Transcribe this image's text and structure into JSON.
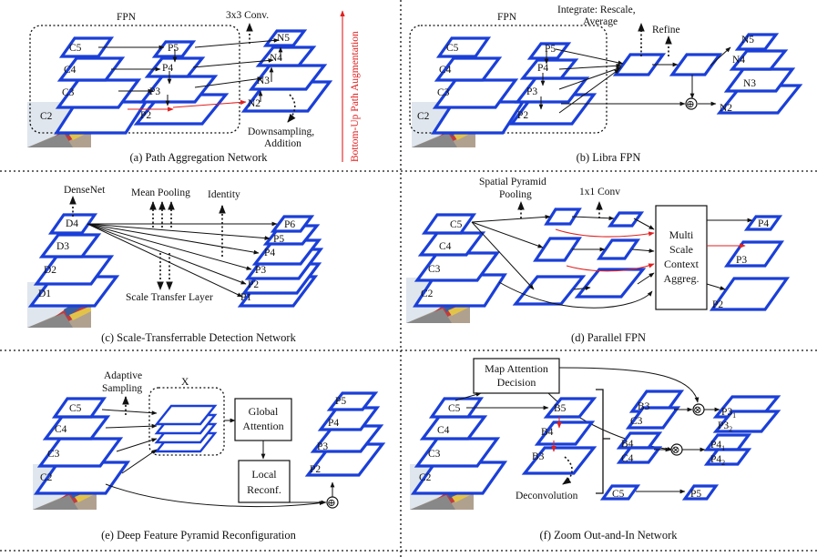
{
  "panels": {
    "a": {
      "caption": "(a) Path Aggregation Network",
      "fpn": "FPN",
      "conv": "3x3 Conv.",
      "bottom_up": "Bottom-Up Path Augmentation",
      "down1": "Downsampling,",
      "down2": "Addition",
      "c": [
        "C5",
        "C4",
        "C3",
        "C2"
      ],
      "p": [
        "P5",
        "P4",
        "P3",
        "P2"
      ],
      "n": [
        "N5",
        "N4",
        "N3",
        "N2"
      ]
    },
    "b": {
      "caption": "(b) Libra FPN",
      "fpn": "FPN",
      "integrate1": "Integrate: Rescale,",
      "integrate2": "Average",
      "refine": "Refine",
      "c": [
        "C5",
        "C4",
        "C3",
        "C2"
      ],
      "p": [
        "P5",
        "P4",
        "P3",
        "P2"
      ],
      "n": [
        "N5",
        "N4",
        "N3",
        "N2"
      ],
      "plus": "⊕"
    },
    "c": {
      "caption": "(c) Scale-Transferrable Detection Network",
      "densenet": "DenseNet",
      "mean_pooling": "Mean Pooling",
      "identity": "Identity",
      "scale_transfer": "Scale Transfer Layer",
      "d": [
        "D4",
        "D3",
        "D2",
        "D1"
      ],
      "p": [
        "P6",
        "P5",
        "P4",
        "P3",
        "P2",
        "P1"
      ]
    },
    "d": {
      "caption": "(d) Parallel FPN",
      "spp1": "Spatial Pyramid",
      "spp2": "Pooling",
      "conv": "1x1 Conv",
      "msca": [
        "Multi",
        "Scale",
        "Context",
        "Aggreg."
      ],
      "c": [
        "C5",
        "C4",
        "C3",
        "C2"
      ],
      "p": [
        "P4",
        "P3",
        "P2"
      ]
    },
    "e": {
      "caption": "(e) Deep Feature Pyramid Reconfiguration",
      "adaptive1": "Adaptive",
      "adaptive2": "Sampling",
      "x": "X",
      "global1": "Global",
      "global2": "Attention",
      "local1": "Local",
      "local2": "Reconf.",
      "c": [
        "C5",
        "C4",
        "C3",
        "C2"
      ],
      "p": [
        "P5",
        "P4",
        "P3",
        "P2"
      ],
      "plus": "⊕"
    },
    "f": {
      "caption": "(f) Zoom Out-and-In Network",
      "map1": "Map Attention",
      "map2": "Decision",
      "deconv": "Deconvolution",
      "c": [
        "C5",
        "C4",
        "C3",
        "C2"
      ],
      "b": [
        "B5",
        "B4",
        "B3"
      ],
      "b3c3_top": "B3",
      "b3c3_bot": "C3",
      "b4c4_top": "B4",
      "b4c4_bot": "C4",
      "c5": "C5",
      "p5": "P5",
      "p31": "P3",
      "p32": "P3",
      "p41": "P4",
      "p42": "P4",
      "sub1": "1",
      "sub2": "2",
      "otimes": "⊗"
    }
  },
  "colors": {
    "plane": "#1a3fd8",
    "red_arrow": "#e02020",
    "text": "#111111"
  }
}
